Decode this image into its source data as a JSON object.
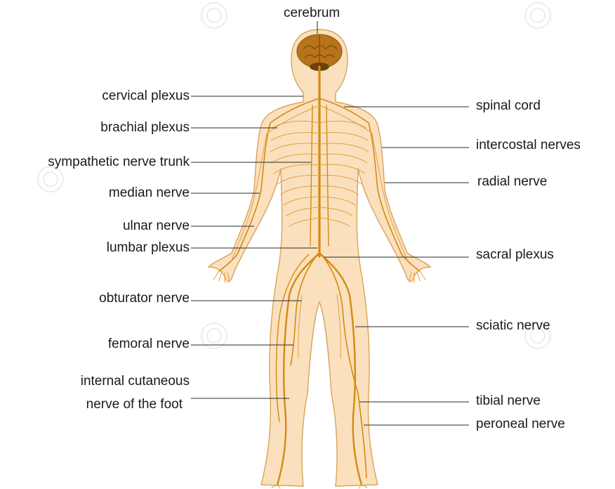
{
  "diagram": {
    "colors": {
      "skin": "#fbe0bd",
      "outline": "#d9a35a",
      "nerve": "#d48a12",
      "brain": "#b8741a",
      "text": "#1a1a1a"
    },
    "labels": {
      "cerebrum": "cerebrum",
      "cervical_plexus": "cervical plexus",
      "brachial_plexus": "brachial plexus",
      "sympathetic_nerve_trunk": "sympathetic nerve trunk",
      "median_nerve": "median nerve",
      "ulnar_nerve": "ulnar nerve",
      "lumbar_plexus": "lumbar plexus",
      "obturator_nerve": "obturator nerve",
      "femoral_nerve": "femoral nerve",
      "internal_cutaneous_line1": "internal cutaneous",
      "internal_cutaneous_line2": "nerve of the foot",
      "spinal_cord": "spinal cord",
      "intercostal_nerves": "intercostal nerves",
      "radial_nerve": "radial nerve",
      "sacral_plexus": "sacral plexus",
      "sciatic_nerve": "sciatic nerve",
      "tibial_nerve": "tibial nerve",
      "peroneal_nerve": "peroneal nerve"
    }
  }
}
